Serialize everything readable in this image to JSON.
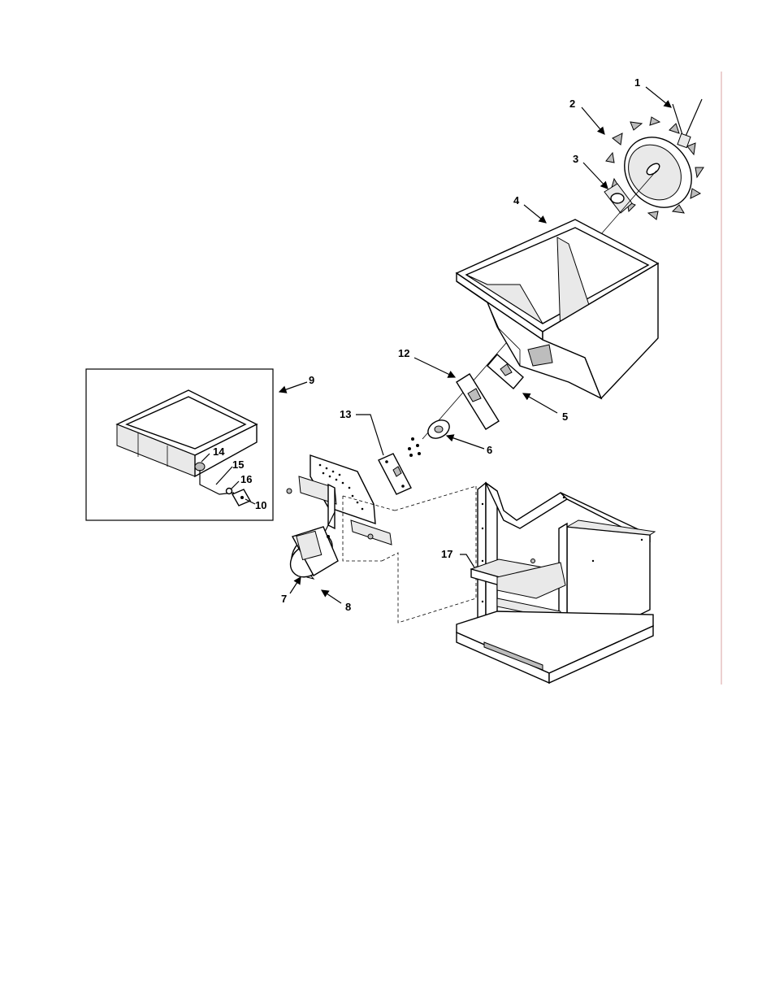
{
  "callouts": {
    "c1": "1",
    "c2": "2",
    "c3": "3",
    "c4": "4",
    "c5": "5",
    "c6": "6",
    "c7": "7",
    "c8": "8",
    "c9": "9",
    "c10": "10",
    "c12": "12",
    "c13": "13",
    "c14": "14",
    "c15": "15",
    "c16": "16",
    "c17": "17"
  }
}
